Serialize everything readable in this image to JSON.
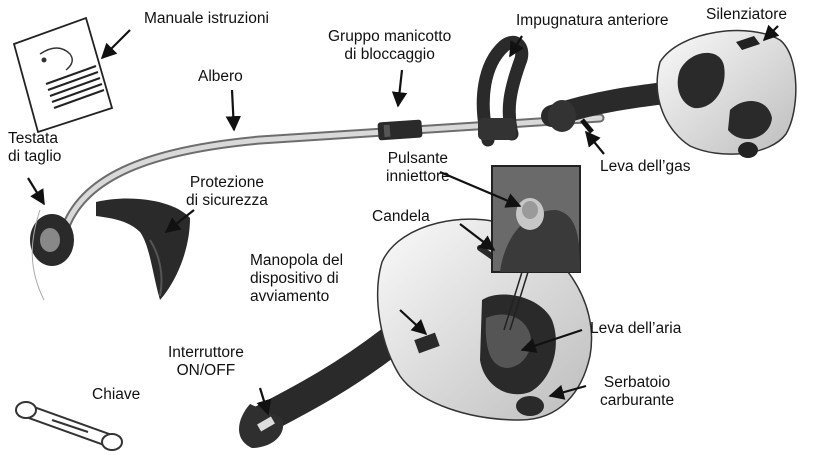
{
  "labels": {
    "manuale": [
      "Manuale istruzioni"
    ],
    "gruppo": [
      "Gruppo manicotto",
      "di bloccaggio"
    ],
    "impugnatura": [
      "Impugnatura anteriore"
    ],
    "silenziatore": [
      "Silenziatore"
    ],
    "albero": [
      "Albero"
    ],
    "testata": [
      "Testata",
      "di taglio"
    ],
    "protezione": [
      "Protezione",
      "di sicurezza"
    ],
    "pulsante": [
      "Pulsante",
      "inniettore"
    ],
    "leva_gas": [
      "Leva dell’gas"
    ],
    "candela": [
      "Candela"
    ],
    "manopola": [
      "Manopola del",
      "dispositivo di",
      "avviamento"
    ],
    "leva_aria": [
      "Leva dell’aria"
    ],
    "interruttore": [
      "Interruttore",
      "ON/OFF"
    ],
    "serbatoio": [
      "Serbatoio",
      "carburante"
    ],
    "chiave": [
      "Chiave"
    ]
  },
  "colors": {
    "ink": "#111111",
    "engine_body": "#e4e4e4",
    "engine_dark": "#2b2b2b",
    "shaft": "#bdbdbd"
  }
}
